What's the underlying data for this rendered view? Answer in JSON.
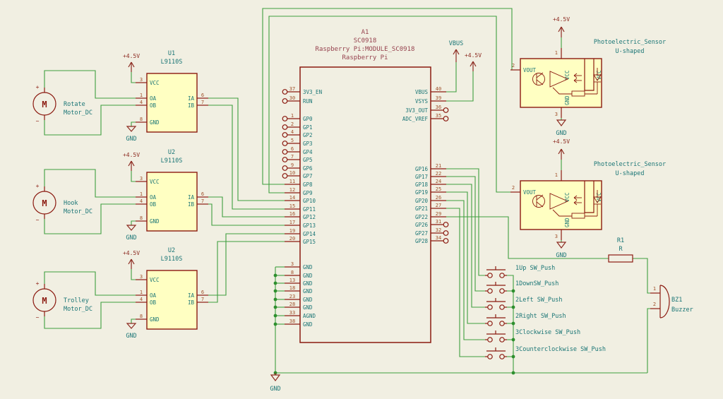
{
  "colors": {
    "background": "#f1efe2",
    "wire": "#3f9f3f",
    "outline": "#8b1a10",
    "component_fill": "#ffffc2",
    "pin_name": "#1b7676",
    "pin_number": "#a0502a",
    "power": "#8c2a20",
    "label": "#1b7676",
    "module_title": "#96424e"
  },
  "power": {
    "v45": "+4.5V",
    "gnd": "GND",
    "vbus": "VBUS"
  },
  "motor": {
    "value": "Motor_DC",
    "letter": "M",
    "plus": "+",
    "tilde": "~"
  },
  "motors": [
    {
      "name": "Rotate"
    },
    {
      "name": "Hook"
    },
    {
      "name": "Trolley"
    }
  ],
  "driver": {
    "value": "L9110S",
    "pins": {
      "vcc": {
        "num": "3",
        "name": "VCC"
      },
      "oa": {
        "num": "1",
        "name": "OA"
      },
      "ob": {
        "num": "4",
        "name": "OB"
      },
      "gnd": {
        "num": "8",
        "name": "GND"
      },
      "ia": {
        "num": "6",
        "name": "IA"
      },
      "ib": {
        "num": "7",
        "name": "IB"
      }
    }
  },
  "drivers": [
    {
      "ref": "U1"
    },
    {
      "ref": "U2"
    },
    {
      "ref": "U2"
    }
  ],
  "module": {
    "ref": "A1",
    "value": "SC0918",
    "footprint": "Raspberry Pi:MODULE_SC0918",
    "desc": "Raspberry Pi",
    "pins_left": [
      {
        "num": "37",
        "name": "3V3_EN"
      },
      {
        "num": "30",
        "name": "RUN"
      },
      {
        "num": "1",
        "name": "GP0"
      },
      {
        "num": "2",
        "name": "GP1"
      },
      {
        "num": "4",
        "name": "GP2"
      },
      {
        "num": "5",
        "name": "GP3"
      },
      {
        "num": "6",
        "name": "GP4"
      },
      {
        "num": "7",
        "name": "GP5"
      },
      {
        "num": "9",
        "name": "GP6"
      },
      {
        "num": "10",
        "name": "GP7"
      },
      {
        "num": "11",
        "name": "GP8"
      },
      {
        "num": "12",
        "name": "GP9"
      },
      {
        "num": "14",
        "name": "GP10"
      },
      {
        "num": "15",
        "name": "GP11"
      },
      {
        "num": "16",
        "name": "GP12"
      },
      {
        "num": "17",
        "name": "GP13"
      },
      {
        "num": "19",
        "name": "GP14"
      },
      {
        "num": "20",
        "name": "GP15"
      }
    ],
    "pins_gnd": [
      {
        "num": "3",
        "name": "GND"
      },
      {
        "num": "8",
        "name": "GND"
      },
      {
        "num": "13",
        "name": "GND"
      },
      {
        "num": "18",
        "name": "GND"
      },
      {
        "num": "23",
        "name": "GND"
      },
      {
        "num": "28",
        "name": "GND"
      },
      {
        "num": "33",
        "name": "AGND"
      },
      {
        "num": "38",
        "name": "GND"
      }
    ],
    "pins_right": [
      {
        "num": "40",
        "name": "VBUS"
      },
      {
        "num": "39",
        "name": "VSYS"
      },
      {
        "num": "36",
        "name": "3V3_OUT"
      },
      {
        "num": "35",
        "name": "ADC_VREF"
      },
      {
        "num": "21",
        "name": "GP16"
      },
      {
        "num": "22",
        "name": "GP17"
      },
      {
        "num": "24",
        "name": "GP18"
      },
      {
        "num": "25",
        "name": "GP19"
      },
      {
        "num": "26",
        "name": "GP20"
      },
      {
        "num": "27",
        "name": "GP21"
      },
      {
        "num": "29",
        "name": "GP22"
      },
      {
        "num": "31",
        "name": "GP26"
      },
      {
        "num": "32",
        "name": "GP27"
      },
      {
        "num": "34",
        "name": "GP28"
      }
    ]
  },
  "sensor": {
    "title": "Photoelectric_Sensor",
    "subtitle": "U-shaped",
    "vout": "VOUT",
    "vcc": "VCC",
    "gnd": "GND",
    "pin1": "1",
    "pin2": "2",
    "pin3": "3"
  },
  "switches": [
    {
      "label": "1Up SW_Push"
    },
    {
      "label": "1DownSW_Push"
    },
    {
      "label": "2Left SW_Push"
    },
    {
      "label": "2Right SW_Push"
    },
    {
      "label": "3Clockwise SW_Push"
    },
    {
      "label": "3Counterclockwise SW_Push"
    }
  ],
  "resistor": {
    "ref": "R1",
    "value": "R"
  },
  "buzzer": {
    "ref": "BZ1",
    "value": "Buzzer",
    "pin1": "1",
    "pin2": "2"
  }
}
